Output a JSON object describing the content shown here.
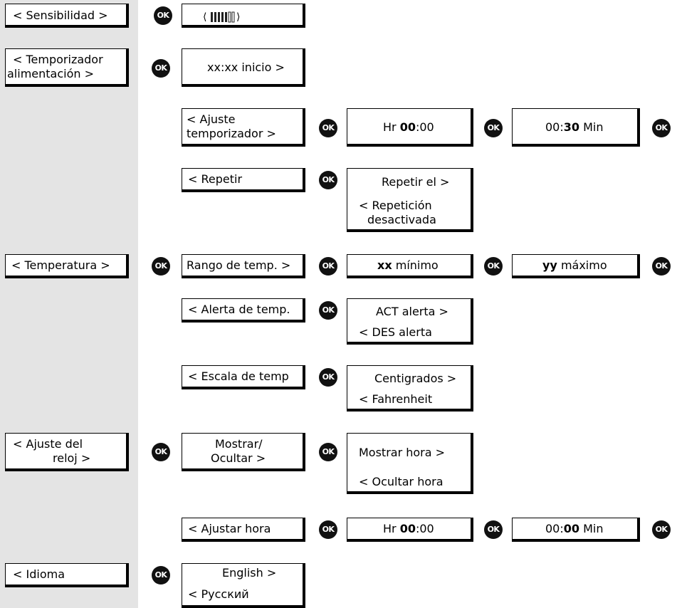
{
  "ok_label": "OK",
  "menu": {
    "sensibilidad": "< Sensibilidad >",
    "temporizador_1": "< Temporizador",
    "temporizador_2": "alimentación >",
    "temperatura": "< Temperatura >",
    "ajuste_reloj_1": "< Ajuste del",
    "ajuste_reloj_2": "reloj >",
    "idioma": "< Idioma"
  },
  "timer": {
    "inicio": "xx:xx inicio >",
    "ajuste_1": "< Ajuste",
    "ajuste_2": "temporizador >",
    "hr_prefix": "Hr ",
    "hr_bold": "00",
    "hr_suffix": ":00",
    "min_prefix": "00:",
    "min_bold": "30",
    "min_suffix": " Min",
    "repetir": "< Repetir",
    "repetir_el": "Repetir el >",
    "repeticion_1": "< Repetición",
    "repeticion_2": "desactivada"
  },
  "temperature": {
    "rango": "Rango de temp. >",
    "min_bold": "xx",
    "min_text": " mínimo",
    "max_bold": "yy",
    "max_text": " máximo",
    "alerta": "< Alerta de temp.",
    "act": "ACT alerta >",
    "des": "< DES alerta",
    "escala": "< Escala de temp",
    "centigrados": "Centigrados >",
    "fahrenheit": "< Fahrenheit"
  },
  "clock": {
    "mostrar_1": "Mostrar/",
    "mostrar_2": "Ocultar >",
    "mostrar_hora": "Mostrar hora >",
    "ocultar_hora": "< Ocultar hora",
    "ajustar_hora": "< Ajustar hora",
    "hr_prefix": "Hr ",
    "hr_bold": "00",
    "hr_suffix": ":00",
    "min_prefix": "00:",
    "min_bold": "00",
    "min_suffix": " Min"
  },
  "language": {
    "english": "English >",
    "russian": "< Русский"
  }
}
